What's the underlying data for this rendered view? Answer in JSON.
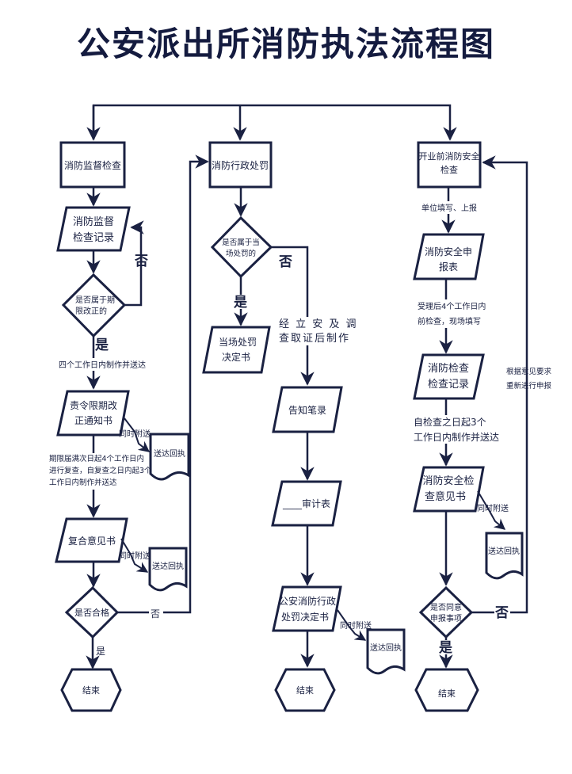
{
  "title": "公安派出所消防执法流程图",
  "colors": {
    "stroke": "#1a2142",
    "text": "#141b3f",
    "background": "#ffffff"
  },
  "left_column": {
    "start_box": "消防监督检查",
    "record": [
      "消防监督",
      "检查记录"
    ],
    "decision": [
      "是否属于期",
      "限改正的"
    ],
    "no_label": "否",
    "yes_label": "是",
    "step_note": "四个工作日内制作并送达",
    "notice": [
      "责令限期改",
      "正通知书"
    ],
    "attach_label_1": "同时附送",
    "receipt_1": "送达回执",
    "review_note": [
      "期限届满次日起4个工作日内",
      "进行复查，自复查之日内起3个",
      "工作日内制作并送达"
    ],
    "review_doc": "复合意见书",
    "attach_label_2": "同时附送",
    "receipt_2": "送达回执",
    "decision_2": "是否合格",
    "no_label_2": "否",
    "yes_label_2": "是",
    "end": "结束"
  },
  "middle_column": {
    "start_box": "消防行政处罚",
    "decision": [
      "是否属于当",
      "场处罚的"
    ],
    "no_label": "否",
    "yes_label": "是",
    "onsite_doc": [
      "当场处罚",
      "决定书"
    ],
    "case_note": [
      "经 立 安 及 调",
      "查取证后制作"
    ],
    "notify_record": "告知笔录",
    "audit_form": "____审计表",
    "decision_doc": [
      "公安消防行政",
      "处罚决定书"
    ],
    "attach_label": "同时附送",
    "receipt": "送达回执",
    "end": "结束"
  },
  "right_column": {
    "start_box": [
      "开业前消防安全",
      "检查"
    ],
    "fill_note": "单位填写、上报",
    "apply_form": [
      "消防安全申",
      "报表"
    ],
    "inspect_note": [
      "受理后4个工作日内",
      "前检查，现场填写"
    ],
    "inspect_record": [
      "消防检查",
      "检查记录"
    ],
    "deliver_note": [
      "自检查之日起3个",
      "工作日内制作并送达"
    ],
    "opinion_doc": [
      "消防安全检",
      "查意见书"
    ],
    "attach_label": "同时附送",
    "receipt": "送达回执",
    "decision": [
      "是否同意",
      "申报事项"
    ],
    "no_label": "否",
    "yes_label": "是",
    "resubmit_note": [
      "根据意见要求",
      "重新进行申报"
    ],
    "end": "结束"
  }
}
